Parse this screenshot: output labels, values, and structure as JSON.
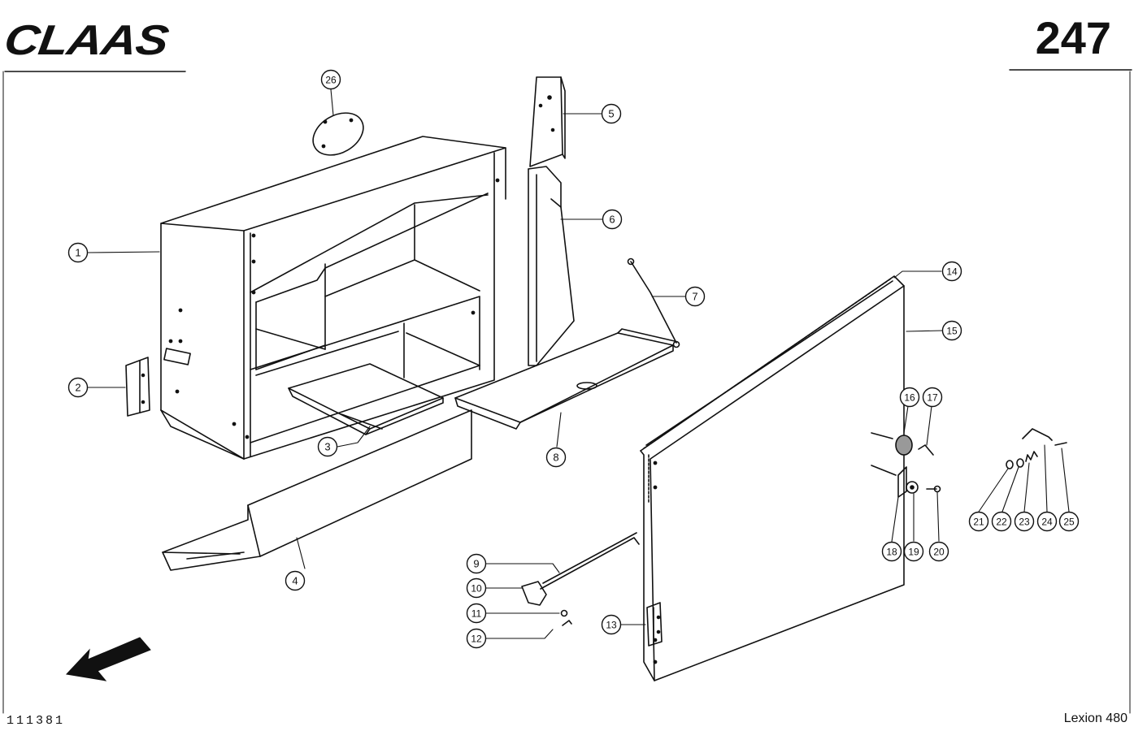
{
  "header": {
    "brand": "CLAAS",
    "page_number": "247"
  },
  "footer": {
    "drawing_code": "111381",
    "model": "Lexion 480"
  },
  "callouts": [
    "1",
    "2",
    "3",
    "4",
    "5",
    "6",
    "7",
    "8",
    "9",
    "10",
    "11",
    "12",
    "13",
    "14",
    "15",
    "16",
    "17",
    "18",
    "19",
    "20",
    "21",
    "22",
    "23",
    "24",
    "25",
    "26"
  ],
  "icons": {
    "direction": "direction-arrow-icon"
  }
}
